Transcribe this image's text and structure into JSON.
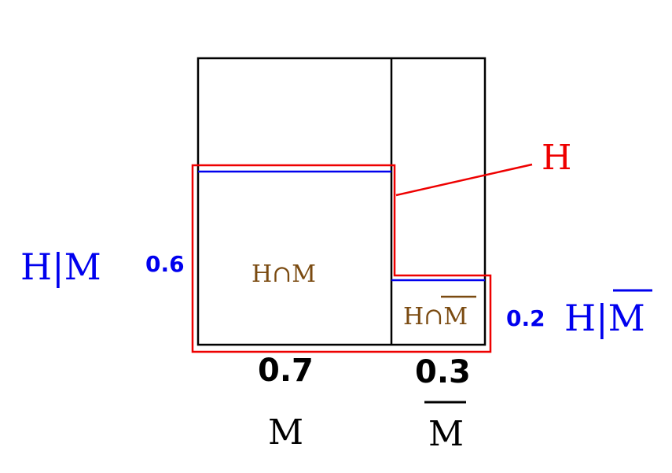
{
  "colors": {
    "outline": "#000000",
    "event_h": "#ee0000",
    "conditional": "#0000ee",
    "intersection_text": "#7a4a10"
  },
  "labels": {
    "h": "H",
    "h_given_m": "H|M",
    "h_given_not_m_prefix": "H|",
    "m": "M",
    "intersection_h_m": "H∩M",
    "intersection_h_not_m_prefix": "H∩",
    "p_h_given_m": "0.6",
    "p_h_given_not_m": "0.2",
    "p_m": "0.7",
    "p_not_m": "0.3"
  },
  "probabilities": {
    "m": 0.7,
    "not_m": 0.3,
    "h_given_m": 0.6,
    "h_given_not_m": 0.2
  }
}
